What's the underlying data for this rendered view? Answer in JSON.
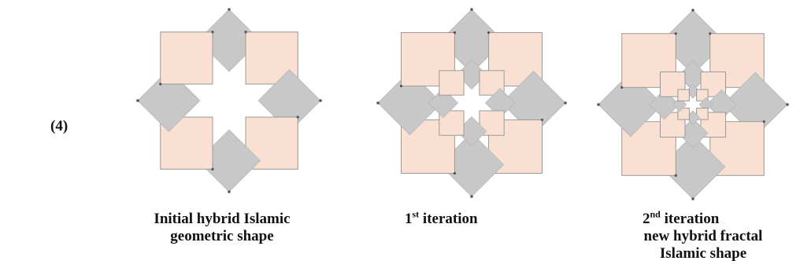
{
  "figure_number": "(4)",
  "captions": {
    "initial_line1": "Initial hybrid Islamic",
    "initial_line2": "geometric shape",
    "first_ordinal": "1",
    "first_sup": "st",
    "first_rest": " iteration",
    "second_ordinal": "2",
    "second_sup": "nd",
    "second_rest": " iteration",
    "second_line2": "new hybrid fractal",
    "second_line3": "Islamic shape"
  },
  "colors": {
    "square_fill": "#f9e0d2",
    "square_stroke": "#999999",
    "diamond_fill": "#c8c8c8",
    "diamond_stroke": "#b6b6b6",
    "vertex_dot": "#555555"
  },
  "shapes": [
    {
      "name": "initial-shape",
      "iterations": 0
    },
    {
      "name": "first-iteration-shape",
      "iterations": 1
    },
    {
      "name": "second-iteration-shape",
      "iterations": 2
    }
  ]
}
